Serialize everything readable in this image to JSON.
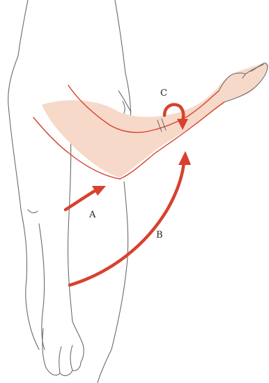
{
  "labels": {
    "a": "A",
    "b": "B",
    "c": "C"
  },
  "colors": {
    "arrow": "#d7412e",
    "limb_fill": "#f7d9c9",
    "outline": "#6b6b6b"
  }
}
